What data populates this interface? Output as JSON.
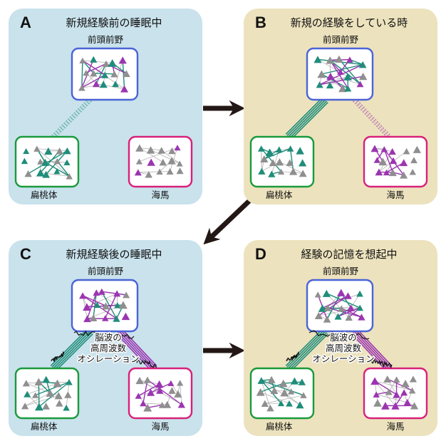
{
  "colors": {
    "sleep_bg": "#c9e2ec",
    "wake_bg": "#ece2bd",
    "prefrontal": "#4a64d6",
    "amygdala": "#1a9a3c",
    "hippocampus": "#d8207a",
    "teal": "#1f8d7a",
    "purple": "#9b35b0",
    "grey": "#8f8f8f",
    "arrow": "#231815"
  },
  "panels": [
    {
      "letter": "A",
      "title": "新規経験前の睡眠中",
      "prefrontal_label": "前頭前野",
      "amygdala_label": "扁桃体",
      "hippocampus_label": "海馬",
      "background": "sleep",
      "pfc_state": "mixed",
      "amy_state": "active",
      "hip_state": "idle",
      "link_amygdala": "dotted",
      "link_hippocampus": "none"
    },
    {
      "letter": "B",
      "title": "新規の経験をしている時",
      "prefrontal_label": "前頭前野",
      "amygdala_label": "扁桃体",
      "hippocampus_label": "海馬",
      "background": "wake",
      "pfc_state": "mixed",
      "amy_state": "active",
      "hip_state": "active",
      "link_amygdala": "solid",
      "link_hippocampus": "dotted"
    },
    {
      "letter": "C",
      "title": "新規経験後の睡眠中",
      "prefrontal_label": "前頭前野",
      "amygdala_label": "扁桃体",
      "hippocampus_label": "海馬",
      "background": "sleep",
      "pfc_state": "mixed",
      "amy_state": "active",
      "hip_state": "active",
      "link_amygdala": "solid",
      "link_hippocampus": "solid",
      "oscillation_label": [
        "脳波の",
        "高周波数",
        "オシレーション"
      ]
    },
    {
      "letter": "D",
      "title": "経験の記憶を想起中",
      "prefrontal_label": "前頭前野",
      "amygdala_label": "扁桃体",
      "hippocampus_label": "海馬",
      "background": "wake",
      "pfc_state": "mixed",
      "amy_state": "active",
      "hip_state": "active",
      "link_amygdala": "solid",
      "link_hippocampus": "solid",
      "oscillation_label": [
        "脳波の",
        "高周波数",
        "オシレーション"
      ]
    }
  ],
  "arrows": [
    {
      "from": "A",
      "to": "B"
    },
    {
      "from": "B",
      "to": "C"
    },
    {
      "from": "C",
      "to": "D"
    }
  ]
}
